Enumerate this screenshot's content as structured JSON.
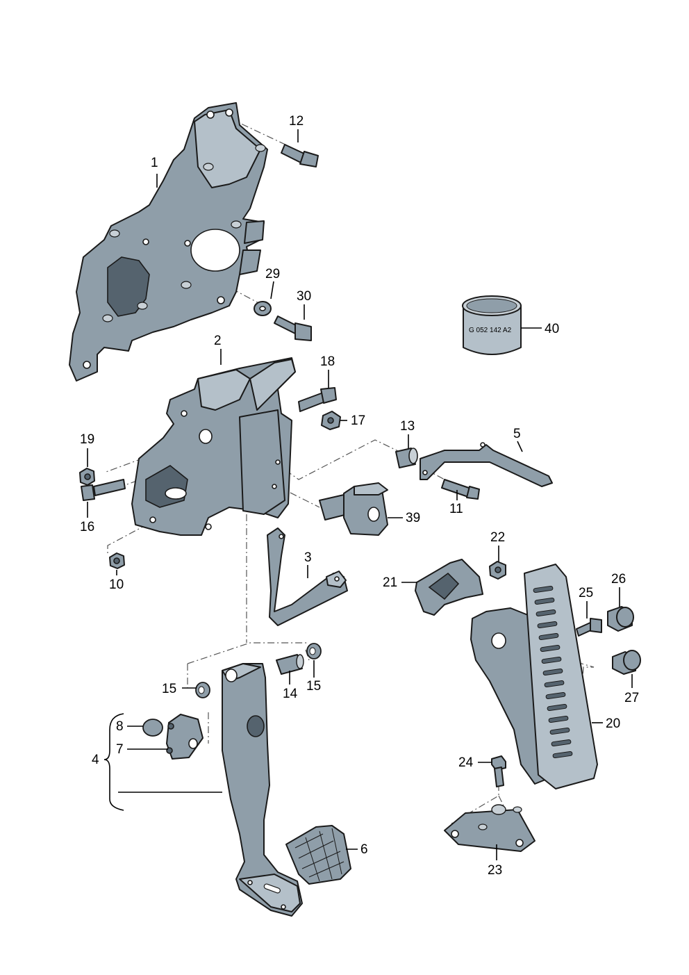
{
  "diagram": {
    "callouts": {
      "c1": "1",
      "c2": "2",
      "c3": "3",
      "c4": "4",
      "c5": "5",
      "c6": "6",
      "c7": "7",
      "c8": "8",
      "c10": "10",
      "c11": "11",
      "c12": "12",
      "c13": "13",
      "c14": "14",
      "c15a": "15",
      "c15b": "15",
      "c16": "16",
      "c17": "17",
      "c18": "18",
      "c19": "19",
      "c20": "20",
      "c21": "21",
      "c22": "22",
      "c23": "23",
      "c24": "24",
      "c25": "25",
      "c26": "26",
      "c27": "27",
      "c29": "29",
      "c30": "30",
      "c39": "39",
      "c40": "40"
    },
    "sleeve_marking": "G 052 142 A2",
    "colors": {
      "part_fill": "#8f9ea9",
      "part_light": "#b4c0c9",
      "part_dark": "#55636e",
      "outline": "#1a1a1a"
    }
  }
}
